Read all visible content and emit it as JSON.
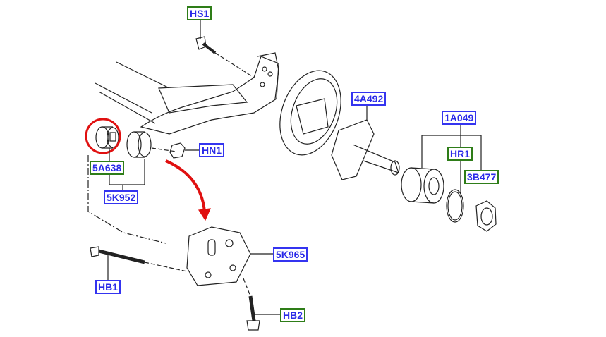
{
  "diagram": {
    "labels": {
      "hs1": "HS1",
      "hn1": "HN1",
      "a4492": "4A492",
      "a1049": "1A049",
      "hr1": "HR1",
      "b3477": "3B477",
      "a5638": "5A638",
      "k5952": "5K952",
      "k5965": "5K965",
      "hb1": "HB1",
      "hb2": "HB2"
    },
    "colors": {
      "label_blue": "#2a2ae8",
      "label_green_border": "#2e7d18",
      "highlight_red": "#e01010"
    }
  }
}
